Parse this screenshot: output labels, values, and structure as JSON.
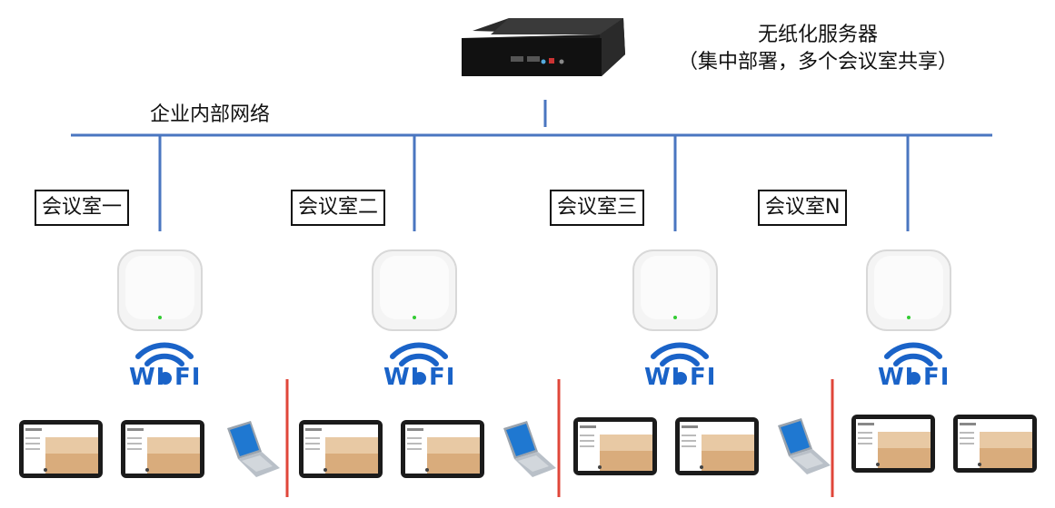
{
  "server": {
    "title_line1": "无纸化服务器",
    "title_line2": "（集中部署，多个会议室共享）"
  },
  "network": {
    "label": "企业内部网络"
  },
  "rooms": [
    {
      "label": "会议室一"
    },
    {
      "label": "会议室二"
    },
    {
      "label": "会议室三"
    },
    {
      "label": "会议室N"
    }
  ],
  "wifi_text": {
    "left": "WI",
    "right": "FI"
  },
  "colors": {
    "network_line": "#4a76c0",
    "separator": "#e0463a",
    "wifi_blue": "#1a63c8"
  },
  "icons": [
    "server-icon",
    "access-point-icon",
    "wifi-logo-icon",
    "tablet-icon",
    "laptop-icon"
  ]
}
